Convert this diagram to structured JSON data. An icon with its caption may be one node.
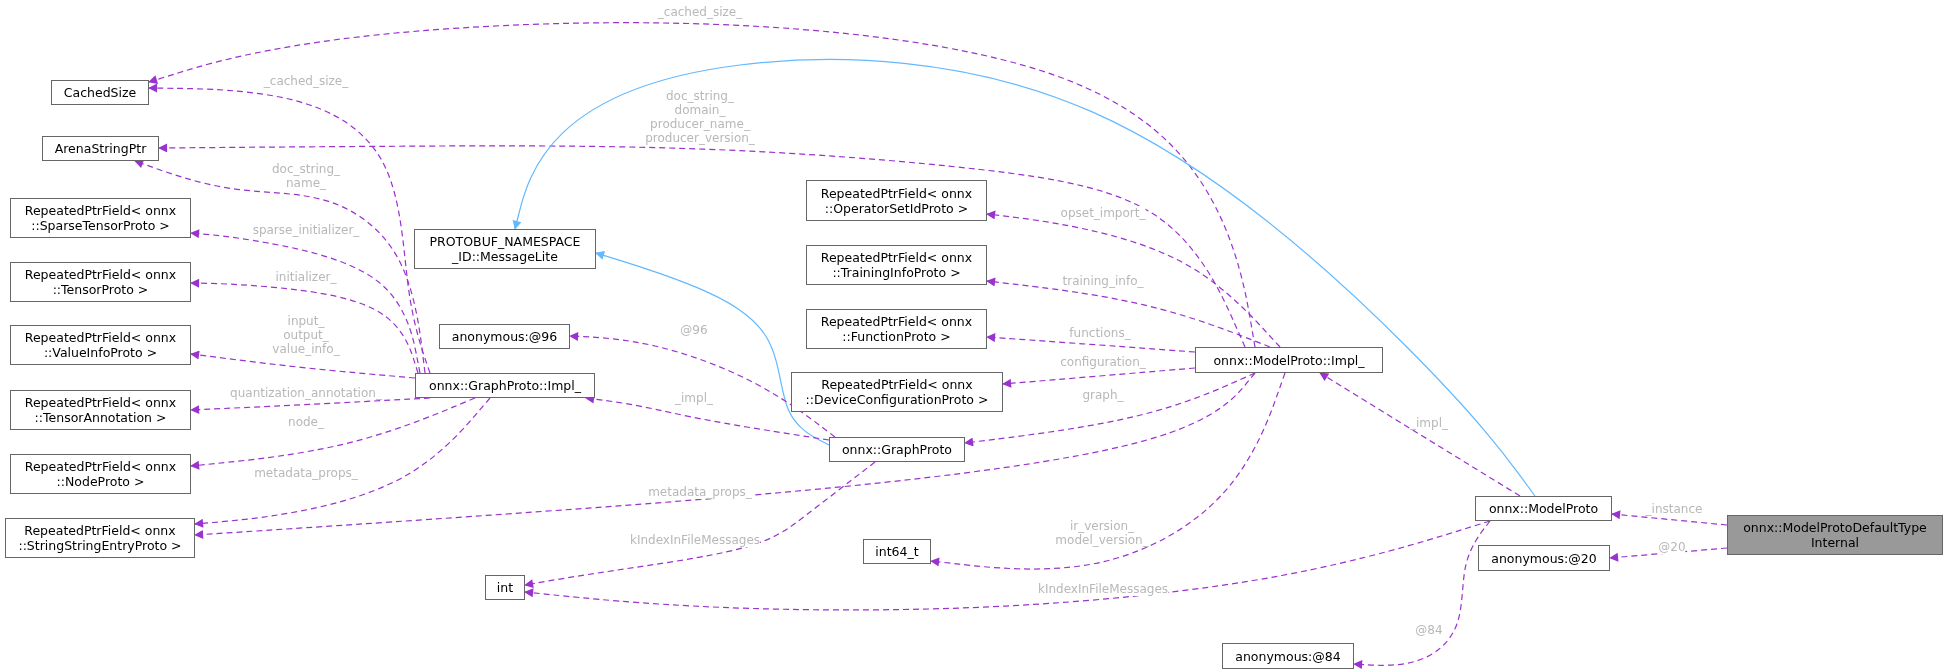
{
  "diagram": {
    "nodes": [
      {
        "text": [
          "CachedSize"
        ]
      },
      {
        "text": [
          "ArenaStringPtr"
        ]
      },
      {
        "text": [
          "RepeatedPtrField< onnx ::SparseTensorProto >"
        ]
      },
      {
        "text": [
          "RepeatedPtrField< onnx ::TensorProto >"
        ]
      },
      {
        "text": [
          "RepeatedPtrField< onnx ::ValueInfoProto >"
        ]
      },
      {
        "text": [
          "RepeatedPtrField< onnx ::TensorAnnotation >"
        ]
      },
      {
        "text": [
          "RepeatedPtrField< onnx ::NodeProto >"
        ]
      },
      {
        "text": [
          "RepeatedPtrField< onnx ::StringStringEntryProto >"
        ]
      },
      {
        "text": [
          "int"
        ]
      },
      {
        "text": [
          "PROTOBUF_NAMESPACE _ID::MessageLite"
        ]
      },
      {
        "text": [
          "anonymous:@96"
        ]
      },
      {
        "text": [
          "onnx::GraphProto::Impl_"
        ]
      },
      {
        "text": [
          "RepeatedPtrField< onnx ::OperatorSetIdProto >"
        ]
      },
      {
        "text": [
          "RepeatedPtrField< onnx ::TrainingInfoProto >"
        ]
      },
      {
        "text": [
          "RepeatedPtrField< onnx ::FunctionProto >"
        ]
      },
      {
        "text": [
          "RepeatedPtrField< onnx ::DeviceConfigurationProto >"
        ]
      },
      {
        "text": [
          "onnx::GraphProto"
        ]
      },
      {
        "text": [
          "int64_t"
        ]
      },
      {
        "text": [
          "onnx::ModelProto::Impl_"
        ]
      },
      {
        "text": [
          "onnx::ModelProto"
        ]
      },
      {
        "text": [
          "anonymous:@20"
        ]
      },
      {
        "text": [
          "anonymous:@84"
        ]
      },
      {
        "text": [
          "onnx::ModelProtoDefaultType Internal"
        ]
      }
    ],
    "edges": [
      {
        "from": 18,
        "to": 0,
        "arrow": "to",
        "label": "_cached_size_",
        "style": "dashed"
      },
      {
        "from": 11,
        "to": 0,
        "arrow": "to",
        "label": "_cached_size_",
        "style": "dashed"
      },
      {
        "from": 18,
        "to": 1,
        "arrow": "to",
        "label": "doc_string_ domain_ producer_name_ producer_version_",
        "style": "dashed"
      },
      {
        "from": 11,
        "to": 1,
        "arrow": "to",
        "label": "doc_string_ name_",
        "style": "dashed"
      },
      {
        "from": 11,
        "to": 2,
        "arrow": "to",
        "label": "sparse_initializer_",
        "style": "dashed"
      },
      {
        "from": 11,
        "to": 3,
        "arrow": "to",
        "label": "initializer_",
        "style": "dashed"
      },
      {
        "from": 11,
        "to": 4,
        "arrow": "to",
        "label": "input_ output_ value_info_",
        "style": "dashed"
      },
      {
        "from": 11,
        "to": 5,
        "arrow": "to",
        "label": "quantization_annotation_",
        "style": "dashed"
      },
      {
        "from": 11,
        "to": 6,
        "arrow": "to",
        "label": "node_",
        "style": "dashed"
      },
      {
        "from": 11,
        "to": 7,
        "arrow": "to",
        "label": "metadata_props_",
        "style": "dashed"
      },
      {
        "from": 18,
        "to": 7,
        "arrow": "to",
        "label": "metadata_props_",
        "style": "dashed"
      },
      {
        "from": 16,
        "to": 8,
        "arrow": "to",
        "label": "kIndexInFileMessages",
        "style": "dashed"
      },
      {
        "from": 19,
        "to": 8,
        "arrow": "to",
        "label": "kIndexInFileMessages",
        "style": "dashed"
      },
      {
        "from": 16,
        "to": 9,
        "arrow": "to",
        "color": "#63b8ff"
      },
      {
        "from": 19,
        "to": 9,
        "arrow": "to",
        "color": "#63b8ff"
      },
      {
        "from": 16,
        "to": 10,
        "arrow": "to",
        "label": "@96",
        "style": "dashed"
      },
      {
        "from": 16,
        "to": 11,
        "arrow": "to",
        "label": "_impl_",
        "style": "dashed"
      },
      {
        "from": 18,
        "to": 12,
        "arrow": "to",
        "label": "opset_import_",
        "style": "dashed"
      },
      {
        "from": 18,
        "to": 13,
        "arrow": "to",
        "label": "training_info_",
        "style": "dashed"
      },
      {
        "from": 18,
        "to": 14,
        "arrow": "to",
        "label": "functions_",
        "style": "dashed"
      },
      {
        "from": 18,
        "to": 15,
        "arrow": "to",
        "label": "configuration_",
        "style": "dashed"
      },
      {
        "from": 18,
        "to": 16,
        "arrow": "to",
        "label": "graph_",
        "style": "dashed"
      },
      {
        "from": 18,
        "to": 17,
        "arrow": "to",
        "label": "ir_version_ model_version_",
        "style": "dashed"
      },
      {
        "from": 19,
        "to": 18,
        "arrow": "to",
        "label": "_impl_",
        "style": "dashed"
      },
      {
        "from": 19,
        "to": 21,
        "arrow": "to",
        "label": "@84",
        "style": "dashed"
      },
      {
        "from": 22,
        "to": 19,
        "arrow": "to",
        "label": "_instance",
        "style": "dashed"
      },
      {
        "from": 22,
        "to": 20,
        "arrow": "to",
        "label": "@20",
        "style": "dashed"
      }
    ]
  }
}
